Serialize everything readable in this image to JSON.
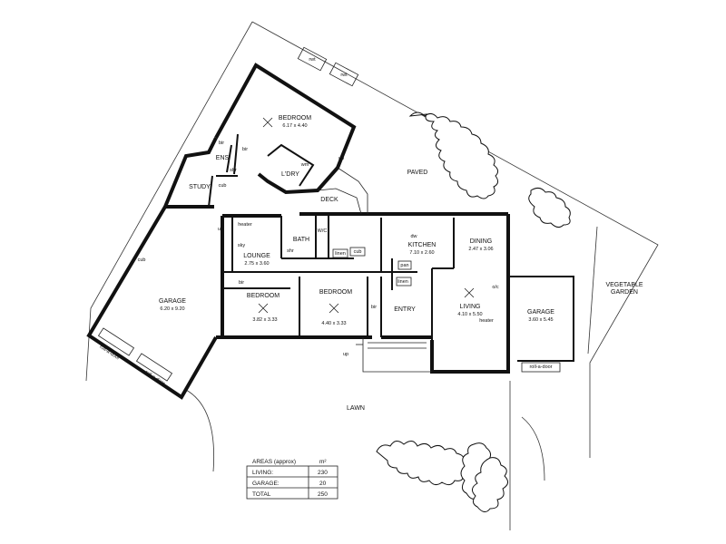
{
  "rooms": {
    "bedroom_main": {
      "name": "BEDROOM",
      "dims": "6.17 x 4.40"
    },
    "ens": "ENS",
    "study": "STUDY",
    "laundry": "L'DRY",
    "deck": "DECK",
    "paved": "PAVED",
    "bath": "BATH",
    "wc": "W/C",
    "kitchen": {
      "name": "KITCHEN",
      "dims": "7.10 x 2.60"
    },
    "dining": {
      "name": "DINING",
      "dims": "2.47 x 3.06"
    },
    "lounge": {
      "name": "LOUNGE",
      "dims": "2.75 x 3.60"
    },
    "bedroom_2": {
      "name": "BEDROOM",
      "dims": "3.82 x 3.33"
    },
    "bedroom_3": {
      "name": "BEDROOM",
      "dims": "4.40 x 3.33"
    },
    "entry": "ENTRY",
    "living": {
      "name": "LIVING",
      "dims": "4.10 x 5.50"
    },
    "garage_left": {
      "name": "GARAGE",
      "dims": "6.20 x 9.20"
    },
    "garage_right": {
      "name": "GARAGE",
      "dims": "3.60 x 5.45"
    },
    "vegetable_garden": [
      "VEGETABLE",
      "GARDEN"
    ],
    "lawn": "LAWN"
  },
  "fixtures": {
    "rwt": "rwt",
    "bir": "bir",
    "shr": "shr",
    "cub": "cub",
    "wm": "wm",
    "up": "up",
    "heater": "heater",
    "sky": "sky",
    "linen": "linen",
    "dw": "dw",
    "pan": "pan",
    "oc": "o/c",
    "roll_a_door": "roll-a-door"
  },
  "areas_table": {
    "title": "AREAS (approx)",
    "unit": "m²",
    "rows": [
      {
        "label": "LIVING:",
        "value": "230"
      },
      {
        "label": "GARAGE:",
        "value": "20"
      },
      {
        "label": "TOTAL",
        "value": "250"
      }
    ]
  }
}
